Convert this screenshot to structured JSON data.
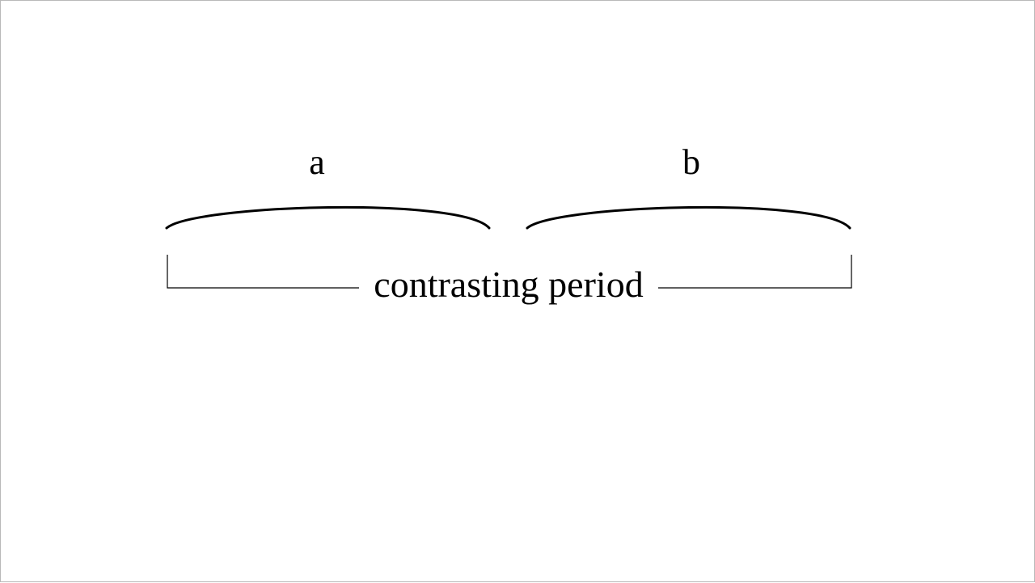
{
  "diagram": {
    "phrase_a_label": "a",
    "phrase_b_label": "b",
    "period_label": "contrasting period"
  },
  "colors": {
    "background": "#ffffff",
    "ink": "#000000",
    "frame": "#b9b9b9"
  }
}
